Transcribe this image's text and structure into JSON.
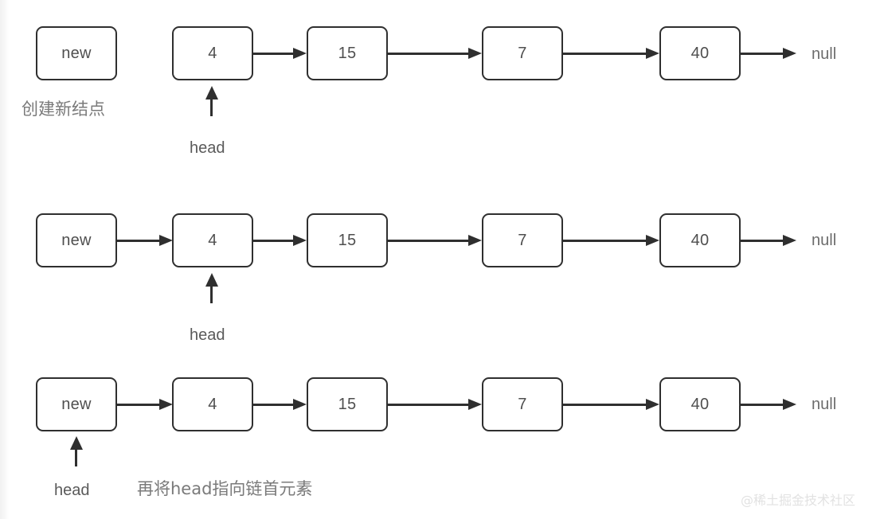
{
  "figure": {
    "title": "linked-list head insertion steps",
    "null_label": "null",
    "pointer_label": "head",
    "colors": {
      "box_border": "#2f2f2f",
      "text": "#4f4f4f",
      "caption": "#7a7a7a",
      "watermark": "#e2e2e2",
      "background": "#ffffff"
    }
  },
  "rows": [
    {
      "name": "step-1-create-new-node",
      "caption": "创建新结点",
      "new_node": "new",
      "new_node_linked": false,
      "head_points_to": "4",
      "nodes": [
        "4",
        "15",
        "7",
        "40"
      ],
      "tail": "null"
    },
    {
      "name": "step-2-link-new-node",
      "caption": "",
      "new_node": "new",
      "new_node_linked": true,
      "head_points_to": "4",
      "nodes": [
        "4",
        "15",
        "7",
        "40"
      ],
      "tail": "null"
    },
    {
      "name": "step-3-move-head",
      "caption": "再将head指向链首元素",
      "new_node": "new",
      "new_node_linked": true,
      "head_points_to": "new",
      "nodes": [
        "4",
        "15",
        "7",
        "40"
      ],
      "tail": "null"
    }
  ],
  "watermark": "@稀土掘金技术社区"
}
